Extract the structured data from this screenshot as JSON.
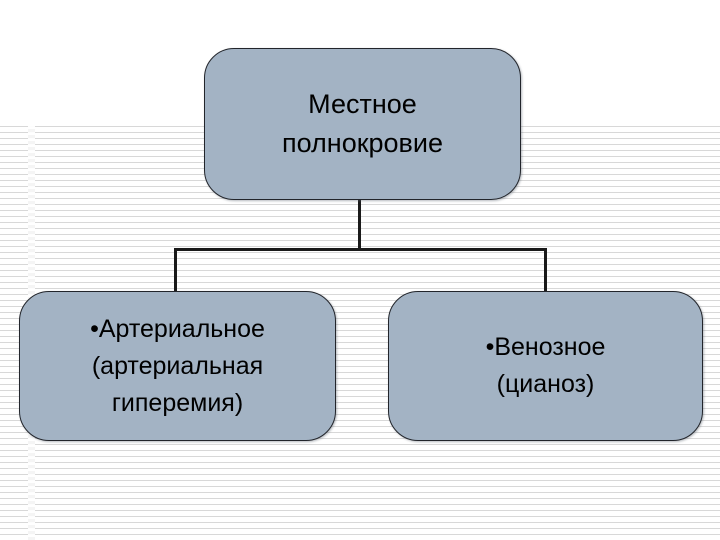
{
  "slide": {
    "title_node": {
      "text": "Местное\nполнокровие"
    },
    "children": [
      {
        "id": "arterial",
        "bullet": "•",
        "text": "•Артериальное\n(артериальная\nгиперемия)"
      },
      {
        "id": "venous",
        "bullet": "•",
        "text": "•Венозное\n(цианоз)"
      }
    ],
    "colors": {
      "node_fill": "#a3b3c4",
      "node_border": "#22252b",
      "connector": "#1a1a1a",
      "text": "#000000",
      "background": "#ffffff",
      "stripe": "#d8d8d8"
    }
  }
}
